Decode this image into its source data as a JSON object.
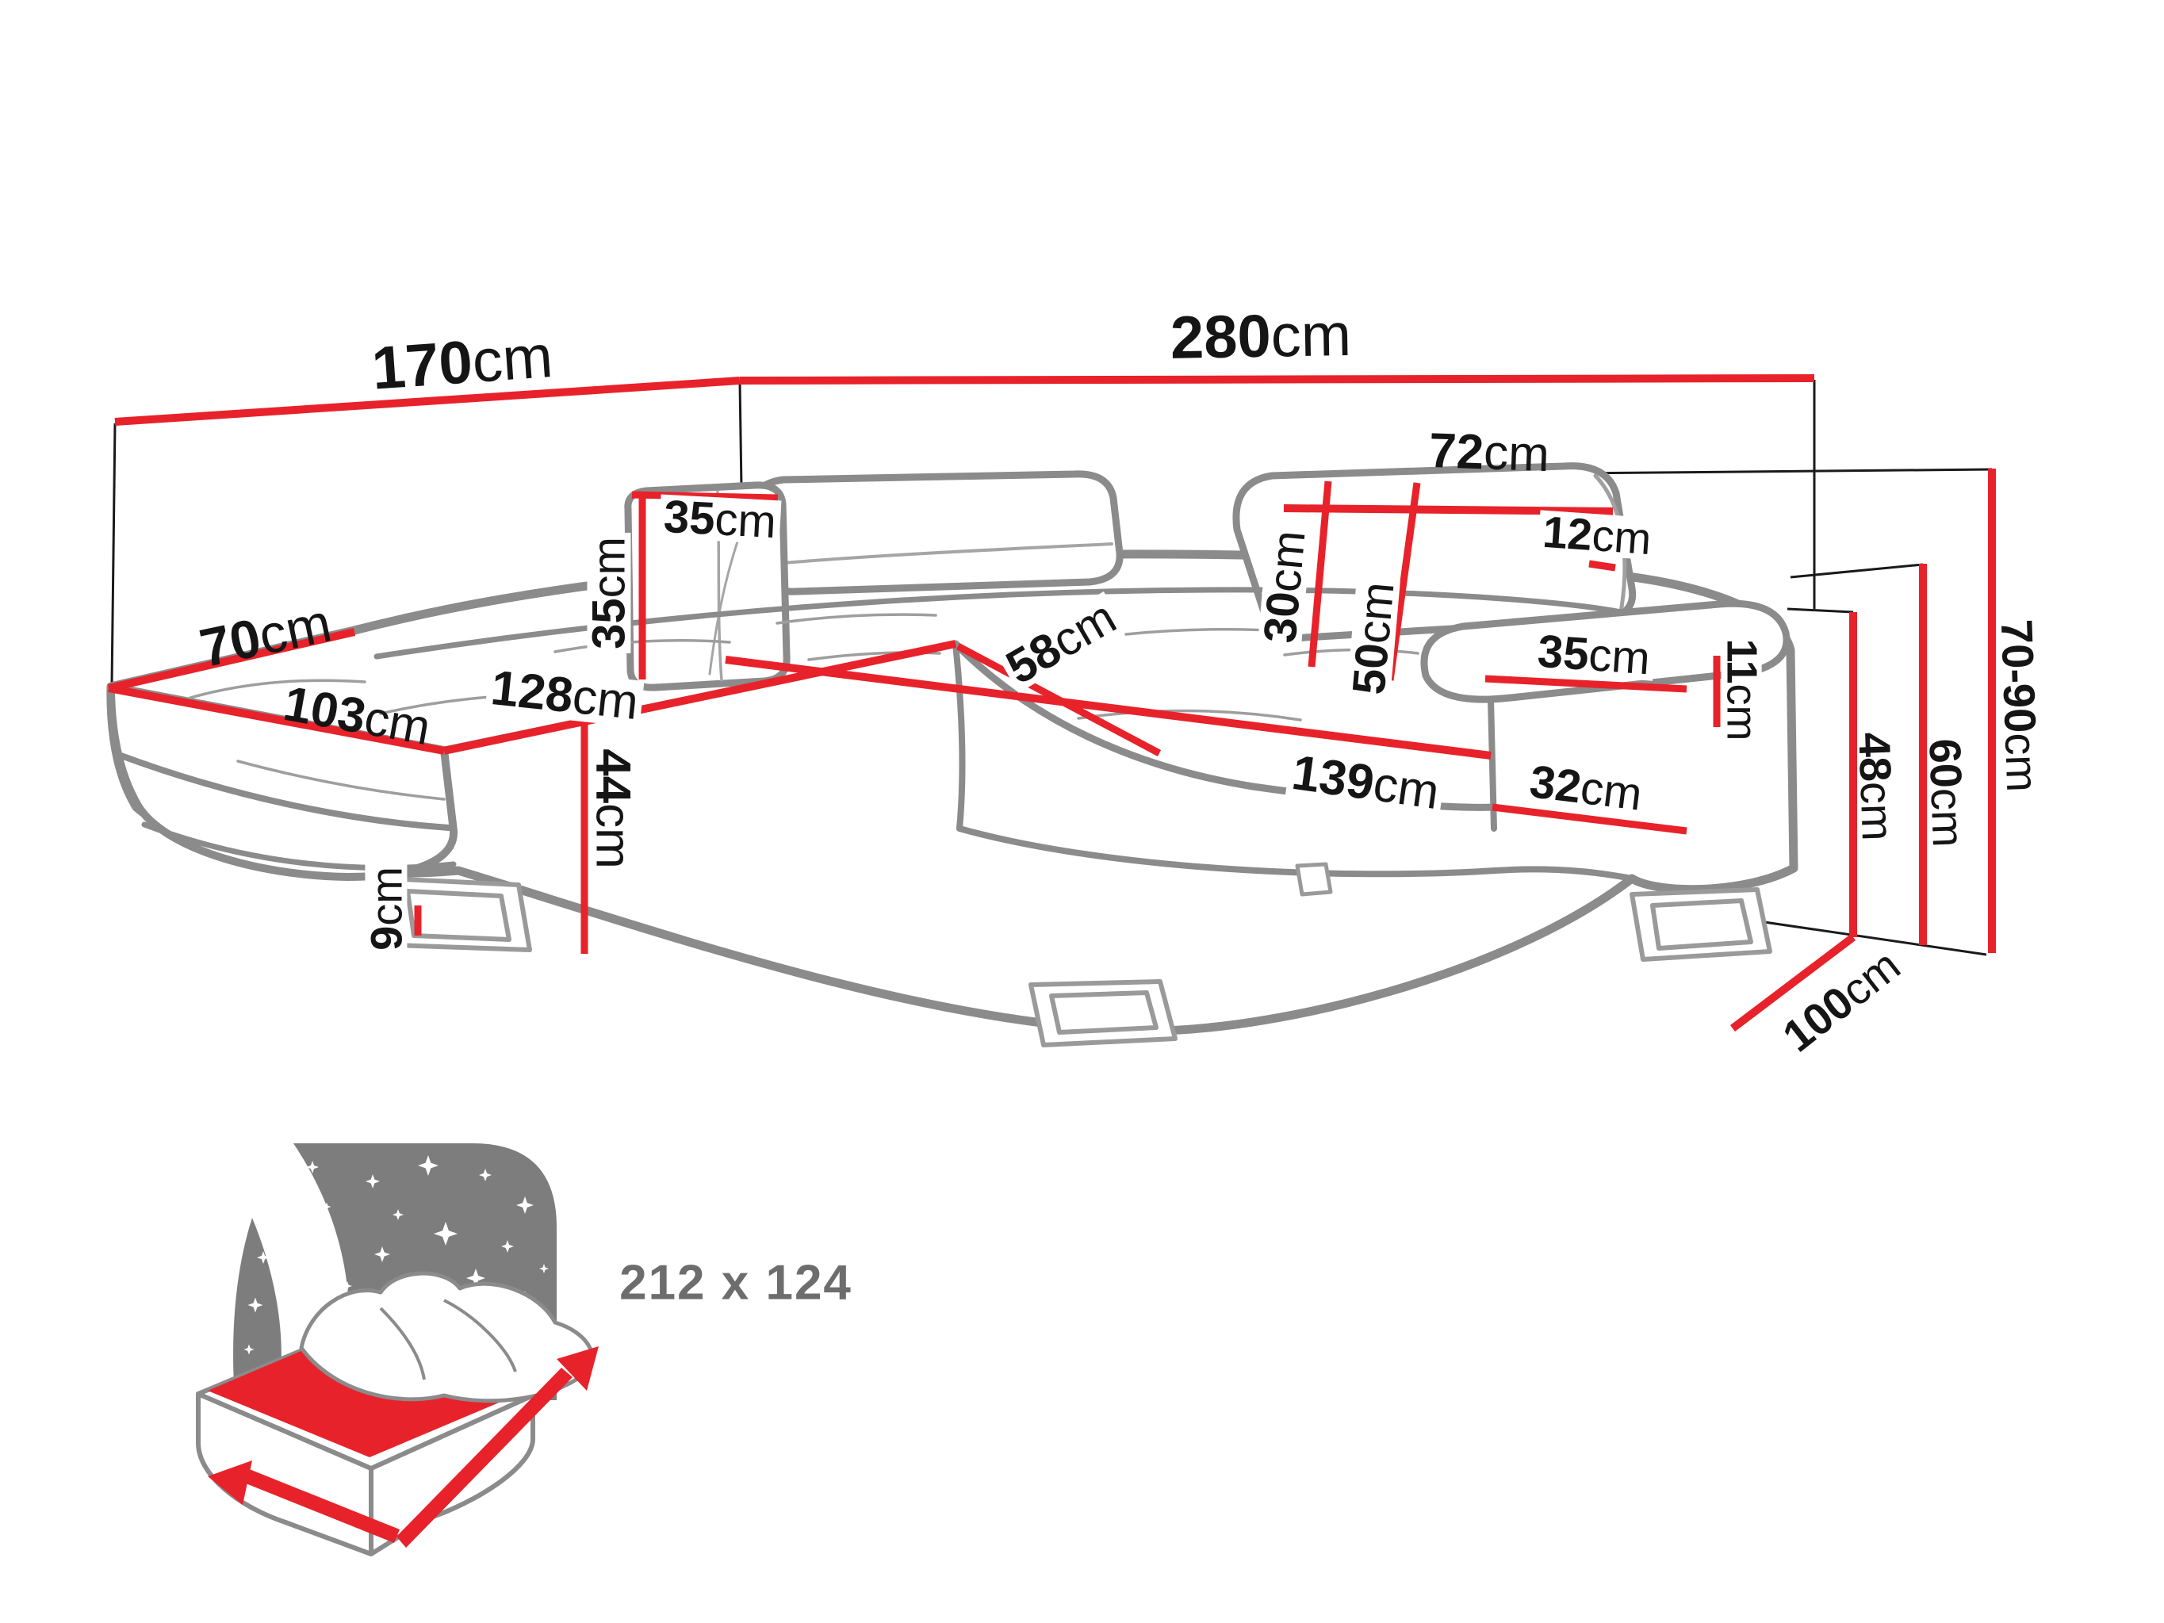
{
  "diagram_type": "corner-sofa-dimension-drawing",
  "unit_default": "cm",
  "colors": {
    "dimension_line": "#e8222a",
    "label_text": "#151515",
    "sofa_line": "#8b8b8b",
    "construction_line": "#1a1a1a",
    "icon_gray": "#7d7d7d",
    "bed_size_text": "#6d6d6d",
    "background": "#ffffff"
  },
  "dimensions": {
    "depth_total": {
      "v": "170",
      "u": "cm"
    },
    "width_total": {
      "v": "280",
      "u": "cm"
    },
    "headrest_width": {
      "v": "72",
      "u": "cm"
    },
    "headrest_thickness": {
      "v": "12",
      "u": "cm"
    },
    "pillow_width": {
      "v": "35",
      "u": "cm"
    },
    "pillow_height": {
      "v": "35",
      "u": "cm"
    },
    "headrest_upper": {
      "v": "30",
      "u": "cm"
    },
    "headrest_lower": {
      "v": "50",
      "u": "cm"
    },
    "chaise_width": {
      "v": "70",
      "u": "cm"
    },
    "chaise_inner": {
      "v": "103",
      "u": "cm"
    },
    "chaise_length": {
      "v": "128",
      "u": "cm"
    },
    "seat_depth": {
      "v": "58",
      "u": "cm"
    },
    "seat_width": {
      "v": "139",
      "u": "cm"
    },
    "armrest_top": {
      "v": "35",
      "u": "cm"
    },
    "armrest_front": {
      "v": "32",
      "u": "cm"
    },
    "armrest_above_seat": {
      "v": "11",
      "u": "cm"
    },
    "seat_height": {
      "v": "44",
      "u": "cm"
    },
    "leg_height": {
      "v": "9",
      "u": "cm"
    },
    "armrest_height": {
      "v": "48",
      "u": "cm"
    },
    "backrest_height": {
      "v": "60",
      "u": "cm"
    },
    "total_height": {
      "v": "70-90",
      "u": "cm"
    },
    "depth_right": {
      "v": "100",
      "u": "cm"
    }
  },
  "sleeping_function": {
    "bed_size_label": "212 x 124"
  }
}
